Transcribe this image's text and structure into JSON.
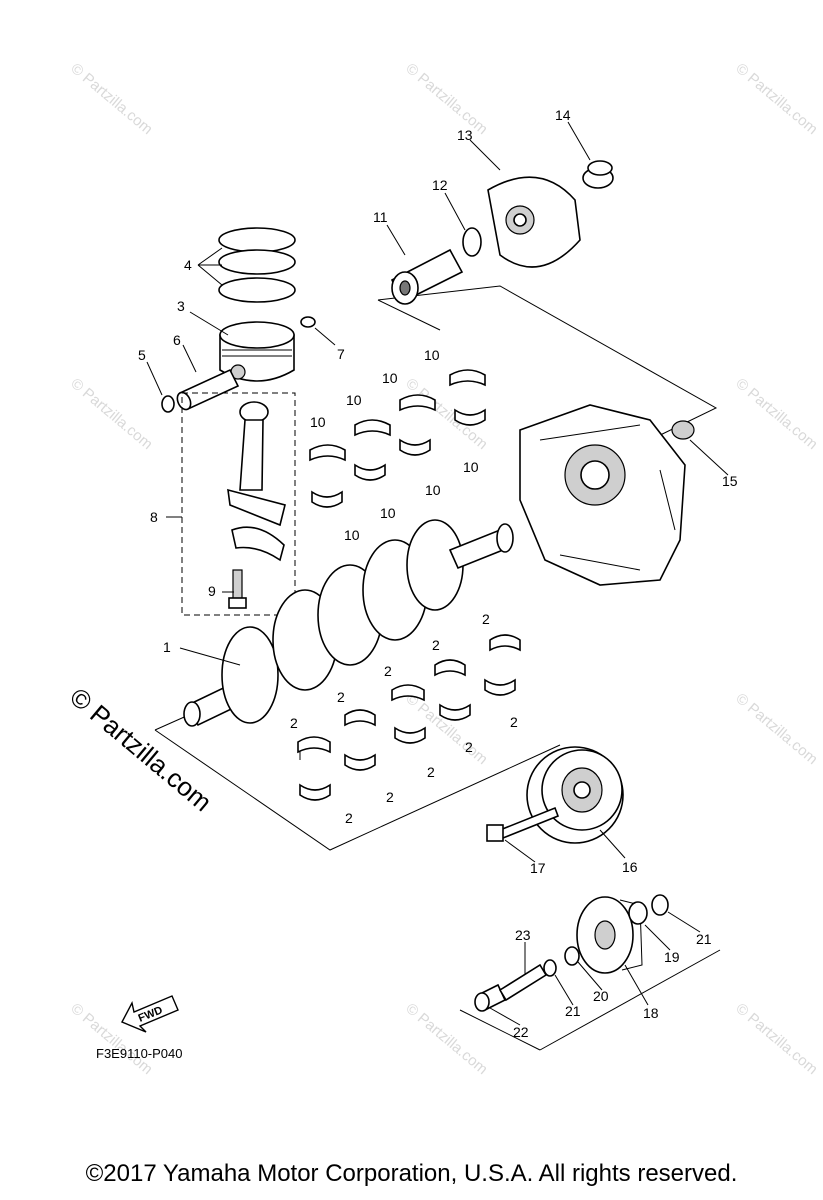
{
  "watermark": "© Partzilla.com",
  "diagram_code": "F3E9110-P040",
  "fwd_label": "FWD",
  "copyright": "©2017  Yamaha Motor Corporation, U.S.A. All rights reserved.",
  "callouts": {
    "c1": "1",
    "c2": "2",
    "c3": "3",
    "c4": "4",
    "c5": "5",
    "c6": "6",
    "c7": "7",
    "c8": "8",
    "c9": "9",
    "c10": "10",
    "c11": "11",
    "c12": "12",
    "c13": "13",
    "c14": "14",
    "c15": "15",
    "c16": "16",
    "c17": "17",
    "c18": "18",
    "c19": "19",
    "c20": "20",
    "c21": "21",
    "c22": "22",
    "c23": "23"
  }
}
